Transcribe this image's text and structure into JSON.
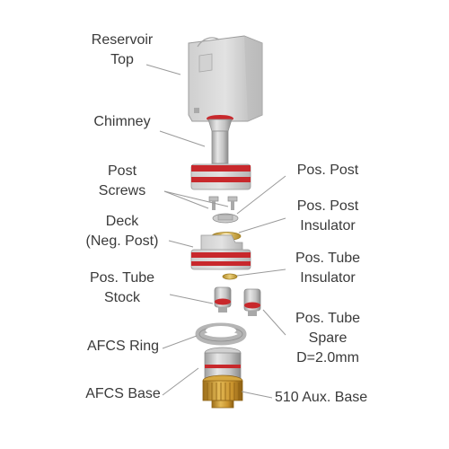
{
  "labels": {
    "reservoir_top": [
      "Reservoir",
      "Top"
    ],
    "chimney": "Chimney",
    "post_screws": [
      "Post",
      "Screws"
    ],
    "deck": [
      "Deck",
      "(Neg. Post)"
    ],
    "pos_tube_stock": [
      "Pos. Tube",
      "Stock"
    ],
    "afcs_ring": "AFCS Ring",
    "afcs_base": "AFCS Base",
    "pos_post": "Pos. Post",
    "pos_post_insulator": [
      "Pos. Post",
      "Insulator"
    ],
    "pos_tube_insulator": [
      "Pos. Tube",
      "Insulator"
    ],
    "pos_tube_spare": [
      "Pos. Tube",
      "Spare",
      "D=2.0mm"
    ],
    "aux_base": "510 Aux. Base"
  },
  "colors": {
    "metal_light": "#dcdcdc",
    "metal_mid": "#b9b9b9",
    "metal_dark": "#8c8c8c",
    "oring_red": "#c8282c",
    "insulator_gold": "#d8b24a",
    "brass": "#c9962e",
    "text": "#3a3a3a",
    "leader": "#9a9a9a"
  }
}
